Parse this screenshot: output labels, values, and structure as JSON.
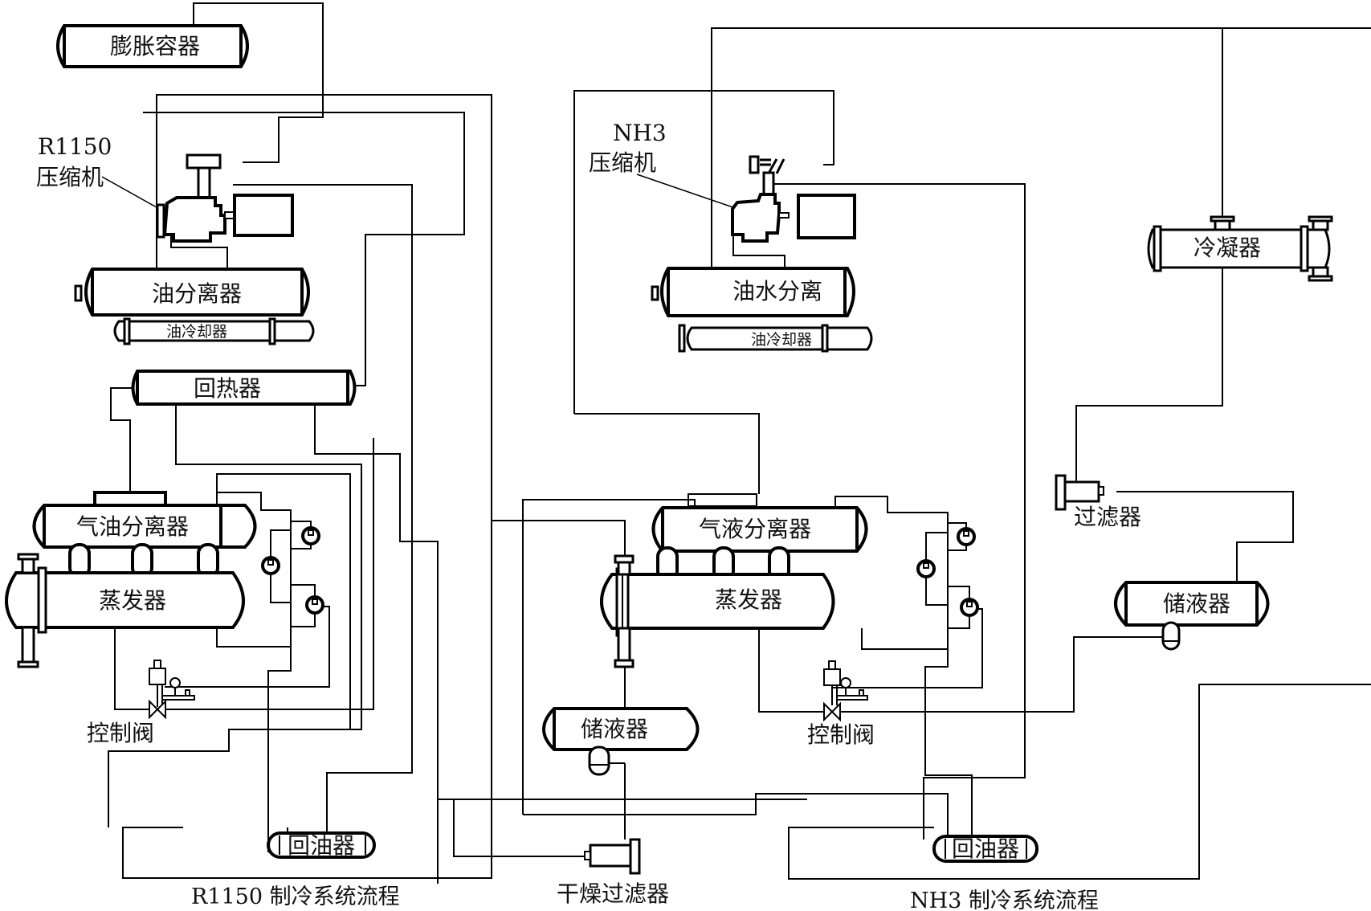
{
  "diagram": {
    "left_system": {
      "caption": "R1150 制冷系统流程",
      "expansion_tank": "膨胀容器",
      "compressor_label_line1": "R1150",
      "compressor_label_line2": "压缩机",
      "oil_separator": "油分离器",
      "oil_cooler": "油冷却器",
      "regenerator": "回热器",
      "gas_oil_separator": "气油分离器",
      "evaporator": "蒸发器",
      "control_valve": "控制阀",
      "oil_return": "回油器"
    },
    "right_system": {
      "caption": "NH3 制冷系统流程",
      "compressor_label_line1": "NH3",
      "compressor_label_line2": "压缩机",
      "oil_water_separator": "油水分离",
      "oil_cooler": "油冷却器",
      "condenser": "冷凝器",
      "filter": "过滤器",
      "receiver_right": "储液器",
      "gas_liquid_separator": "气液分离器",
      "evaporator": "蒸发器",
      "control_valve": "控制阀",
      "oil_return": "回油器"
    },
    "shared": {
      "receiver_center": "储液器",
      "dryer_filter": "干燥过滤器"
    }
  }
}
